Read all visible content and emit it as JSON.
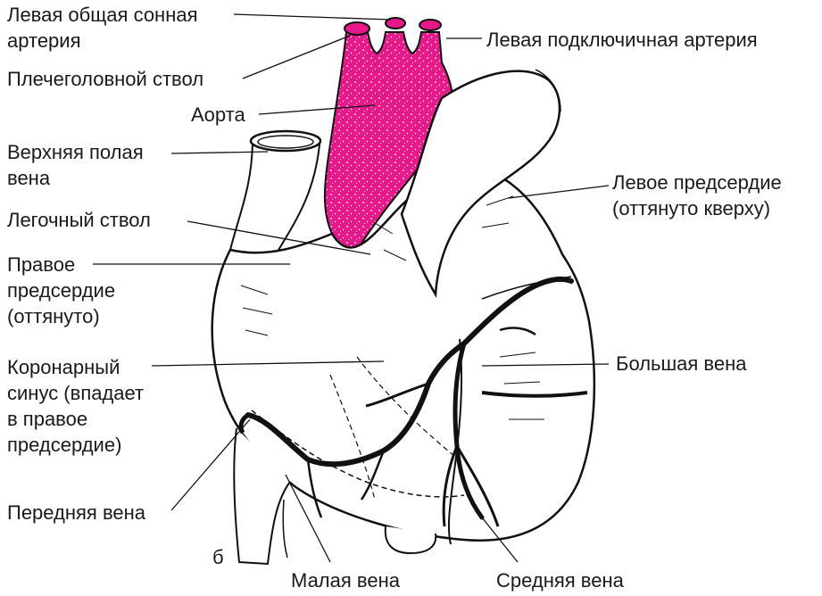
{
  "diagram": {
    "panel_letter": "б",
    "labels": {
      "left_common_carotid": [
        "Левая общая сонная",
        "артерия"
      ],
      "left_subclavian": "Левая подключичная артерия",
      "brachiocephalic": "Плечеголовной ствол",
      "aorta": "Аорта",
      "superior_vena_cava": [
        "Верхняя полая",
        "вена"
      ],
      "pulmonary_trunk": "Легочный ствол",
      "right_atrium": [
        "Правое",
        "предсердие",
        "(оттянуто)"
      ],
      "coronary_sinus": [
        "Коронарный",
        "синус (впадает",
        "в правое",
        "предсердие)"
      ],
      "anterior_vein": "Передняя вена",
      "small_vein": "Малая вена",
      "middle_vein": "Средняя вена",
      "great_vein": "Большая вена",
      "left_atrium": [
        "Левое предсердие",
        "(оттянуто кверху)"
      ]
    },
    "colors": {
      "aorta_fill": "#e6198a",
      "outline": "#111111",
      "vein": "#111111",
      "background": "#ffffff"
    }
  }
}
